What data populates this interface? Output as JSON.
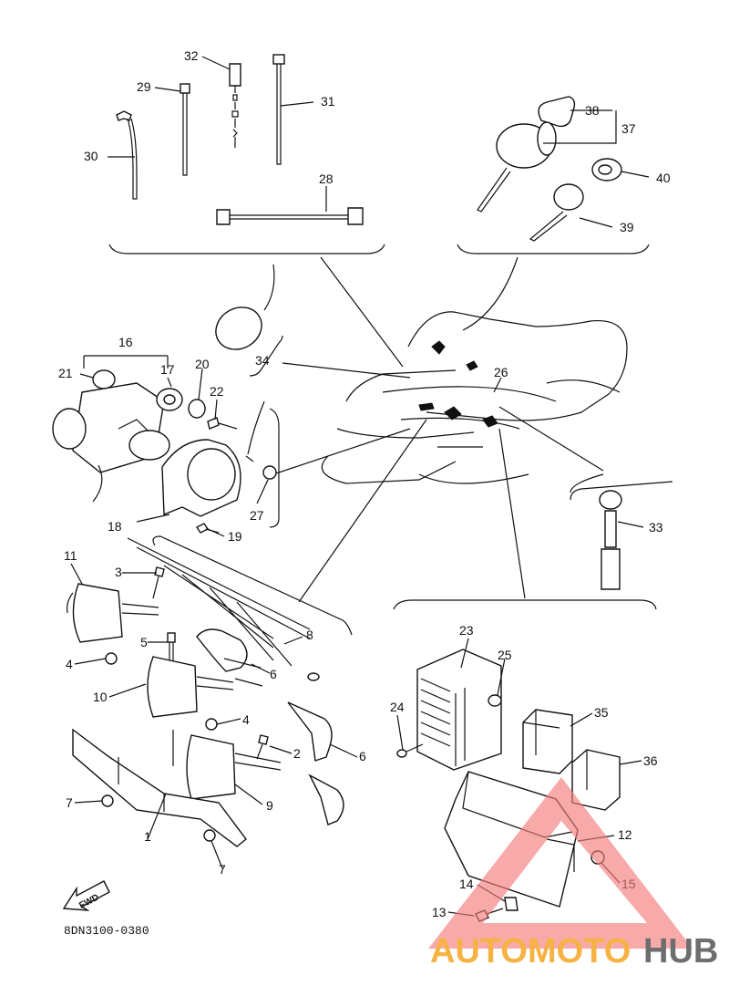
{
  "diagram": {
    "labels": [
      "1",
      "2",
      "3",
      "4",
      "4",
      "5",
      "6",
      "6",
      "7",
      "7",
      "8",
      "9",
      "10",
      "11",
      "12",
      "13",
      "14",
      "15",
      "16",
      "17",
      "18",
      "19",
      "20",
      "21",
      "22",
      "23",
      "24",
      "25",
      "26",
      "27",
      "28",
      "29",
      "30",
      "31",
      "32",
      "33",
      "34",
      "35",
      "36",
      "37",
      "38",
      "39",
      "40"
    ],
    "fwd": "FWD",
    "code": "8DN3100-0380"
  },
  "watermark": {
    "word1": "AUTOMOTO",
    "word2": "HUB",
    "colors": {
      "accent": "#f47b7b",
      "orange": "#f5a623",
      "gray": "#555555"
    }
  }
}
